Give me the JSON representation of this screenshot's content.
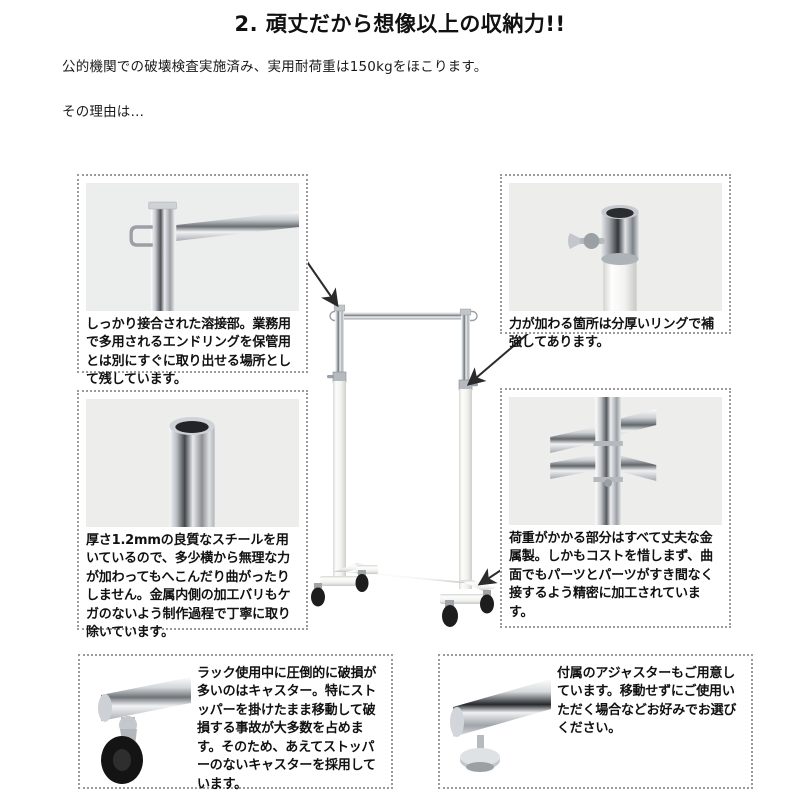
{
  "header": {
    "title": "2. 頑丈だから想像以上の収納力!!",
    "lead_1": "公的機関での破壊検査実施済み、実用耐荷重は150kgをほこります。",
    "lead_2": "その理由は…"
  },
  "panels": [
    {
      "id": "weld",
      "name": "welded-joint",
      "photo_alt": "chrome-post-with-end-ring-photo",
      "caption": "しっかり接合された溶接部。業務用で多用されるエンドリングを保管用とは別にすぐに取り出せる場所として残しています。"
    },
    {
      "id": "ring",
      "name": "reinforcement-ring",
      "photo_alt": "thick-ring-knob-photo",
      "caption": "力が加わる箇所は分厚いリングで補強してあります。"
    },
    {
      "id": "steel",
      "name": "steel-thickness",
      "photo_alt": "chrome-tube-cross-section-photo",
      "caption": "厚さ1.2mmの良質なスチールを用いているので、多少横から無理な力が加わってもへこんだり曲がったりしません。金属内側の加工バリもケガのないよう制作過程で丁寧に取り除いています。"
    },
    {
      "id": "metal",
      "name": "metal-parts-precision",
      "photo_alt": "base-crossbar-joint-photo",
      "caption": "荷重がかかる部分はすべて丈夫な金属製。しかもコストを惜しまず、曲面でもパーツとパーツがすき間なく接するよう精密に加工されています。"
    },
    {
      "id": "caster",
      "name": "caster-no-stopper",
      "photo_alt": "caster-wheel-photo",
      "caption": "ラック使用中に圧倒的に破損が多いのはキャスター。特にストッパーを掛けたまま移動して破損する事故が大多数を占めます。そのため、あえてストッパーのないキャスターを採用しています。"
    },
    {
      "id": "adjuster",
      "name": "included-adjuster",
      "photo_alt": "adjuster-foot-photo",
      "caption": "付属のアジャスターもご用意しています。移動せずにご使用いただく場合などお好みでお選びください。"
    }
  ],
  "product": {
    "name": "hanger-rack-photo",
    "alt": "white-and-chrome-rolling-garment-rack"
  },
  "arrows": [
    {
      "name": "arrow-to-top-left-joint",
      "from_panel": "weld",
      "points_to": "rack-top-left-corner"
    },
    {
      "name": "arrow-to-right-ring",
      "from_panel": "ring",
      "points_to": "rack-right-post-ring"
    },
    {
      "name": "arrow-to-base-joint",
      "from_panel": "metal",
      "points_to": "rack-base-joint"
    }
  ],
  "colors": {
    "page_background": "#ffffff",
    "text": "#111111",
    "panel_border": "#9a9a9a",
    "photo_background": "#ededed",
    "chrome_light": "#fafafa",
    "chrome_mid": "#b9bcc0",
    "chrome_dark": "#5d6166",
    "frame_white": "#f4f4f2",
    "caster_black": "#1c1c1c",
    "arrow": "#2b2b2b"
  }
}
